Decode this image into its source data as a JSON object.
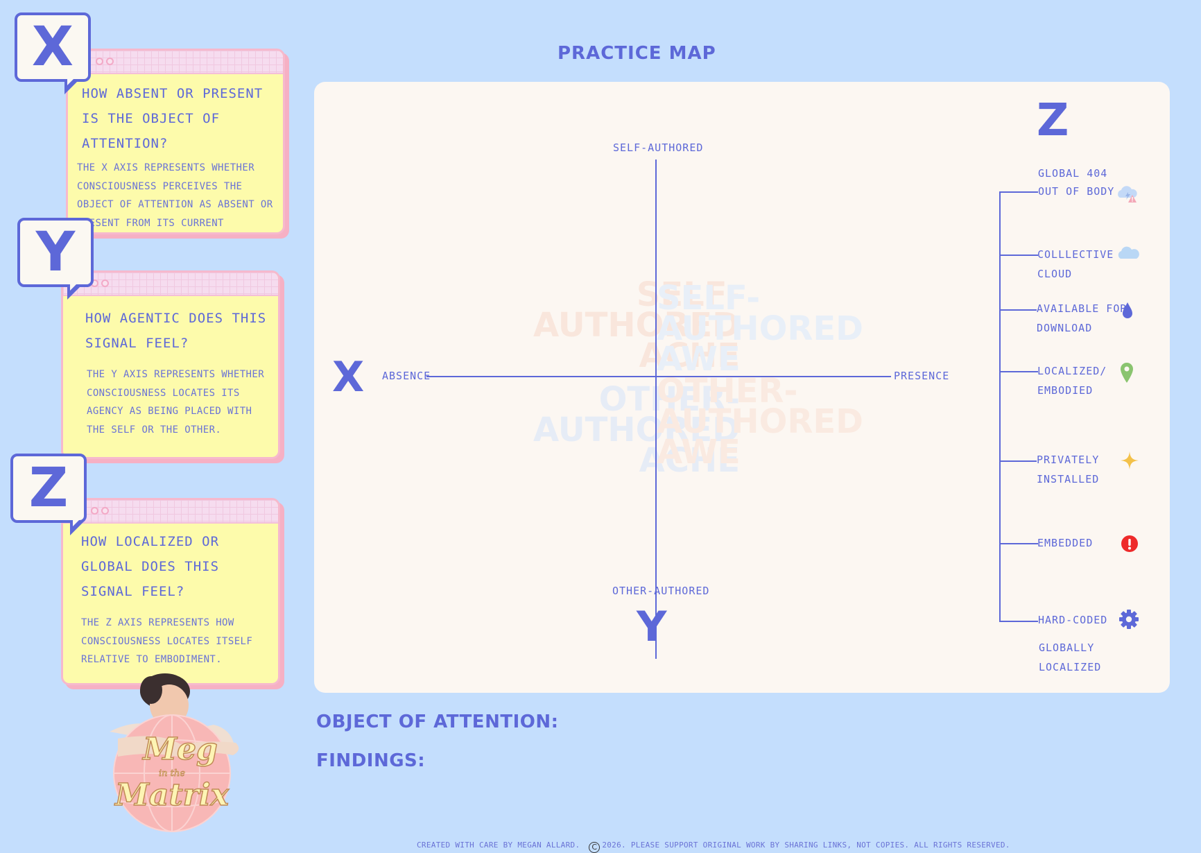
{
  "page_title": "PRACTICE MAP",
  "cards": [
    {
      "letter": "X",
      "question": "HOW ABSENT OR PRESENT IS THE OBJECT OF ATTENTION?",
      "description": "THE X AXIS REPRESENTS WHETHER CONSCIOUSNESS PERCEIVES THE OBJECT OF ATTENTION AS ABSENT OR PRESENT FROM ITS CURRENT COORDINATE."
    },
    {
      "letter": "Y",
      "question": "HOW AGENTIC DOES THIS SIGNAL FEEL?",
      "description": "THE Y AXIS REPRESENTS WHETHER CONSCIOUSNESS LOCATES ITS AGENCY AS BEING PLACED WITH THE SELF OR THE OTHER."
    },
    {
      "letter": "Z",
      "question": "HOW LOCALIZED OR GLOBAL DOES THIS SIGNAL FEEL?",
      "description": "THE Z AXIS REPRESENTS HOW CONSCIOUSNESS LOCATES ITSELF RELATIVE TO EMBODIMENT."
    }
  ],
  "map": {
    "x_letter": "X",
    "y_letter": "Y",
    "z_letter": "Z",
    "x_left_label": "ABSENCE",
    "x_right_label": "PRESENCE",
    "y_top_label": "SELF-AUTHORED",
    "y_bottom_label": "OTHER-AUTHORED",
    "quadrants": {
      "top_left": [
        "SELF-",
        "AUTHORED",
        "ACHE"
      ],
      "top_right": [
        "SELF-",
        "AUTHORED",
        "AWE"
      ],
      "bottom_left": [
        "OTHER-",
        "AUTHORED",
        "ACHE"
      ],
      "bottom_right": [
        "OTHER-",
        "AUTHORED",
        "AWE"
      ]
    },
    "quadrant_colors": {
      "ache": "#f9e6dc",
      "awe": "#e8eff8",
      "other_ache": "#e6ecf6",
      "other_awe": "#faeae1"
    },
    "z_top_label": "GLOBAL 404",
    "z_items": [
      {
        "lines": [
          "OUT OF BODY"
        ],
        "icon": "cloud-warning-icon"
      },
      {
        "lines": [
          "COLLLECTIVE",
          "CLOUD"
        ],
        "icon": "cloud-icon"
      },
      {
        "lines": [
          "AVAILABLE FOR",
          "DOWNLOAD"
        ],
        "icon": "droplet-icon"
      },
      {
        "lines": [
          "LOCALIZED/",
          "EMBODIED"
        ],
        "icon": "map-pin-icon"
      },
      {
        "lines": [
          "PRIVATELY",
          "INSTALLED"
        ],
        "icon": "sparkle-icon"
      },
      {
        "lines": [
          "EMBEDDED"
        ],
        "icon": "exclamation-icon"
      },
      {
        "lines": [
          "HARD-CODED"
        ],
        "icon": "gear-icon"
      }
    ],
    "z_bottom_label": [
      "GLOBALLY",
      "LOCALIZED"
    ]
  },
  "fields": {
    "object_label": "OBJECT OF ATTENTION:",
    "findings_label": "FINDINGS:"
  },
  "logo": {
    "line1": "Meg",
    "line2": "in the",
    "line3": "Matrix"
  },
  "footer": {
    "left": "CREATED WITH CARE BY MEGAN ALLARD.",
    "copyright_symbol": "C",
    "right": "2026. PLEASE SUPPORT ORIGINAL WORK BY SHARING LINKS, NOT COPIES. ALL RIGHTS RESERVED."
  },
  "colors": {
    "background": "#c4defd",
    "accent": "#5d68d8",
    "card": "#fdfbab",
    "panel": "#fcf7f2"
  }
}
